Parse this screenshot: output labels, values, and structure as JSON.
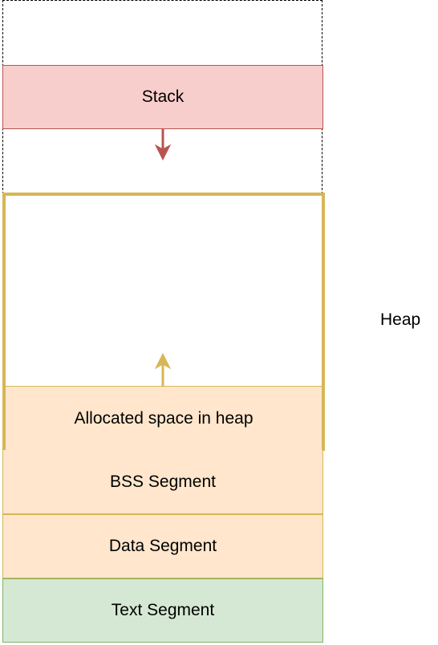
{
  "segments": {
    "stack": "Stack",
    "allocated": "Allocated space in heap",
    "bss": "BSS Segment",
    "data": "Data Segment",
    "text": "Text Segment"
  },
  "heap_label": "Heap",
  "colors": {
    "stack_fill": "#f8cecc",
    "stack_stroke": "#b85450",
    "heap_stroke": "#d6b656",
    "heap_fill": "#ffe6cc",
    "text_fill": "#d5e8d4",
    "text_stroke": "#82b366",
    "stack_arrow": "#b85450",
    "heap_arrow": "#d6b656"
  }
}
